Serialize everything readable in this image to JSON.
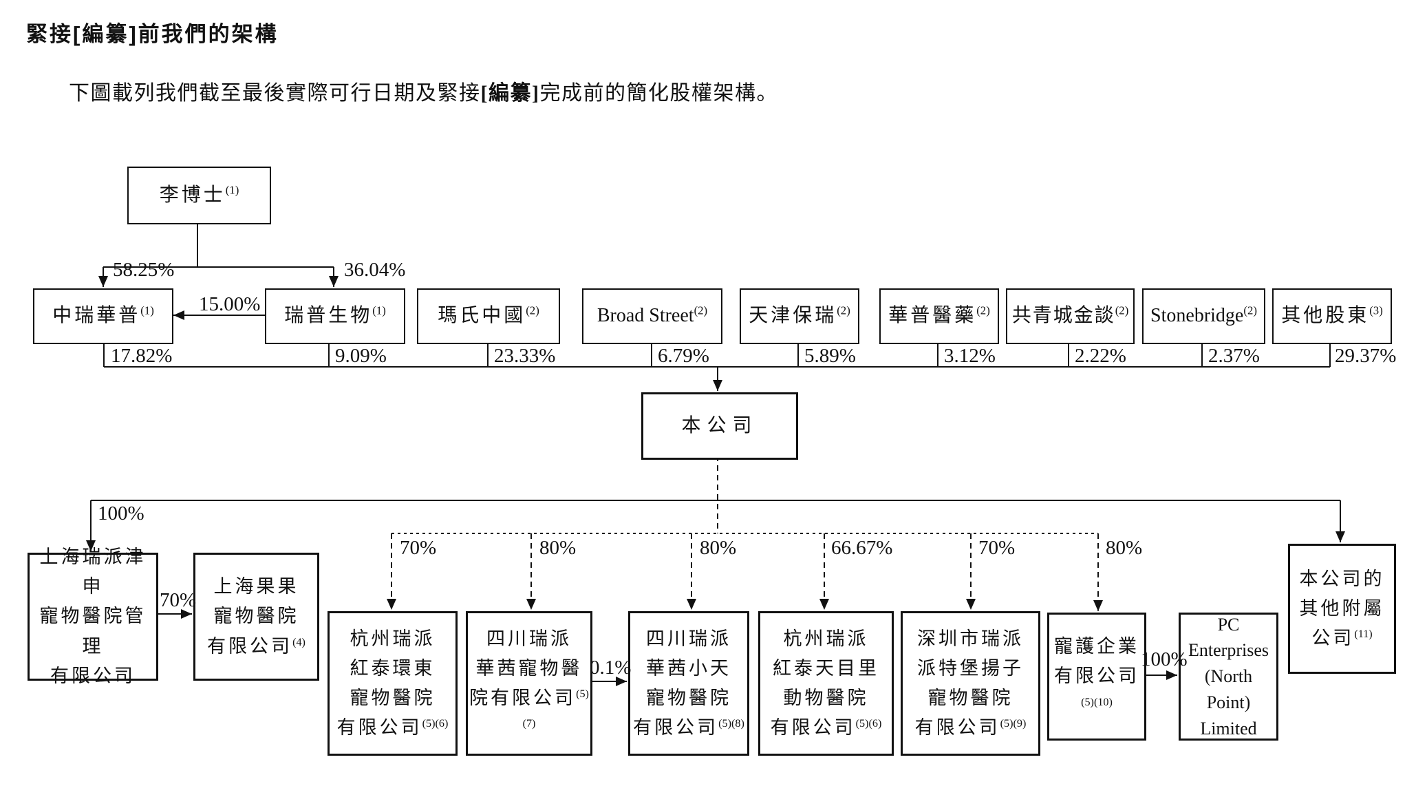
{
  "page": {
    "title": "緊接[編纂]前我們的架構",
    "subtitle_pre": "下圖載列我們截至最後實際可行日期及緊接",
    "subtitle_em": "[編纂]",
    "subtitle_post": "完成前的簡化股權架構。"
  },
  "diagram": {
    "founder": {
      "name": "李博士",
      "sup": "(1)"
    },
    "founder_links": {
      "left_pct": "58.25%",
      "right_pct": "36.04%",
      "cross_pct": "15.00%"
    },
    "shareholders": [
      {
        "name": "中瑞華普",
        "sup": "(1)",
        "pct": "17.82%"
      },
      {
        "name": "瑞普生物",
        "sup": "(1)",
        "pct": "9.09%"
      },
      {
        "name": "瑪氏中國",
        "sup": "(2)",
        "pct": "23.33%"
      },
      {
        "name": "Broad Street",
        "sup": "(2)",
        "pct": "6.79%"
      },
      {
        "name": "天津保瑞",
        "sup": "(2)",
        "pct": "5.89%"
      },
      {
        "name": "華普醫藥",
        "sup": "(2)",
        "pct": "3.12%"
      },
      {
        "name": "共青城金談",
        "sup": "(2)",
        "pct": "2.22%"
      },
      {
        "name": "Stonebridge",
        "sup": "(2)",
        "pct": "2.37%"
      },
      {
        "name": "其他股東",
        "sup": "(3)",
        "pct": "29.37%"
      }
    ],
    "company": {
      "name": "本公司"
    },
    "left_branch": {
      "pct": "100%",
      "manager": {
        "lines": [
          "上海瑞派津申",
          "寵物醫院管理",
          "有限公司"
        ]
      },
      "link_pct": "70%",
      "guoguo": {
        "lines": [
          "上海果果",
          "寵物醫院",
          "有限公司"
        ],
        "sup": "(4)"
      }
    },
    "subsidiaries": [
      {
        "pct": "70%",
        "lines": [
          "杭州瑞派",
          "紅泰環東",
          "寵物醫院",
          "有限公司"
        ],
        "sup": "(5)(6)"
      },
      {
        "pct": "80%",
        "lines": [
          "四川瑞派",
          "華茜寵物醫",
          "院有限公司"
        ],
        "sup": "(5)(7)"
      },
      {
        "pct": "80%",
        "lines": [
          "四川瑞派",
          "華茜小天",
          "寵物醫院",
          "有限公司"
        ],
        "sup": "(5)(8)"
      },
      {
        "pct": "66.67%",
        "lines": [
          "杭州瑞派",
          "紅泰天目里",
          "動物醫院",
          "有限公司"
        ],
        "sup": "(5)(6)"
      },
      {
        "pct": "70%",
        "lines": [
          "深圳市瑞派",
          "派特堡揚子",
          "寵物醫院",
          "有限公司"
        ],
        "sup": "(5)(9)"
      },
      {
        "pct": "80%",
        "lines": [
          "寵護企業",
          "有限公司"
        ],
        "sup": "(5)(10)"
      }
    ],
    "cross_links": {
      "sichuan_pct": "0.1%",
      "pc_pct": "100%"
    },
    "pc": {
      "lines": [
        "PC",
        "Enterprises",
        "(North Point)",
        "Limited"
      ]
    },
    "other_subs": {
      "lines": [
        "本公司的",
        "其他附屬",
        "公司"
      ],
      "sup": "(11)"
    }
  }
}
